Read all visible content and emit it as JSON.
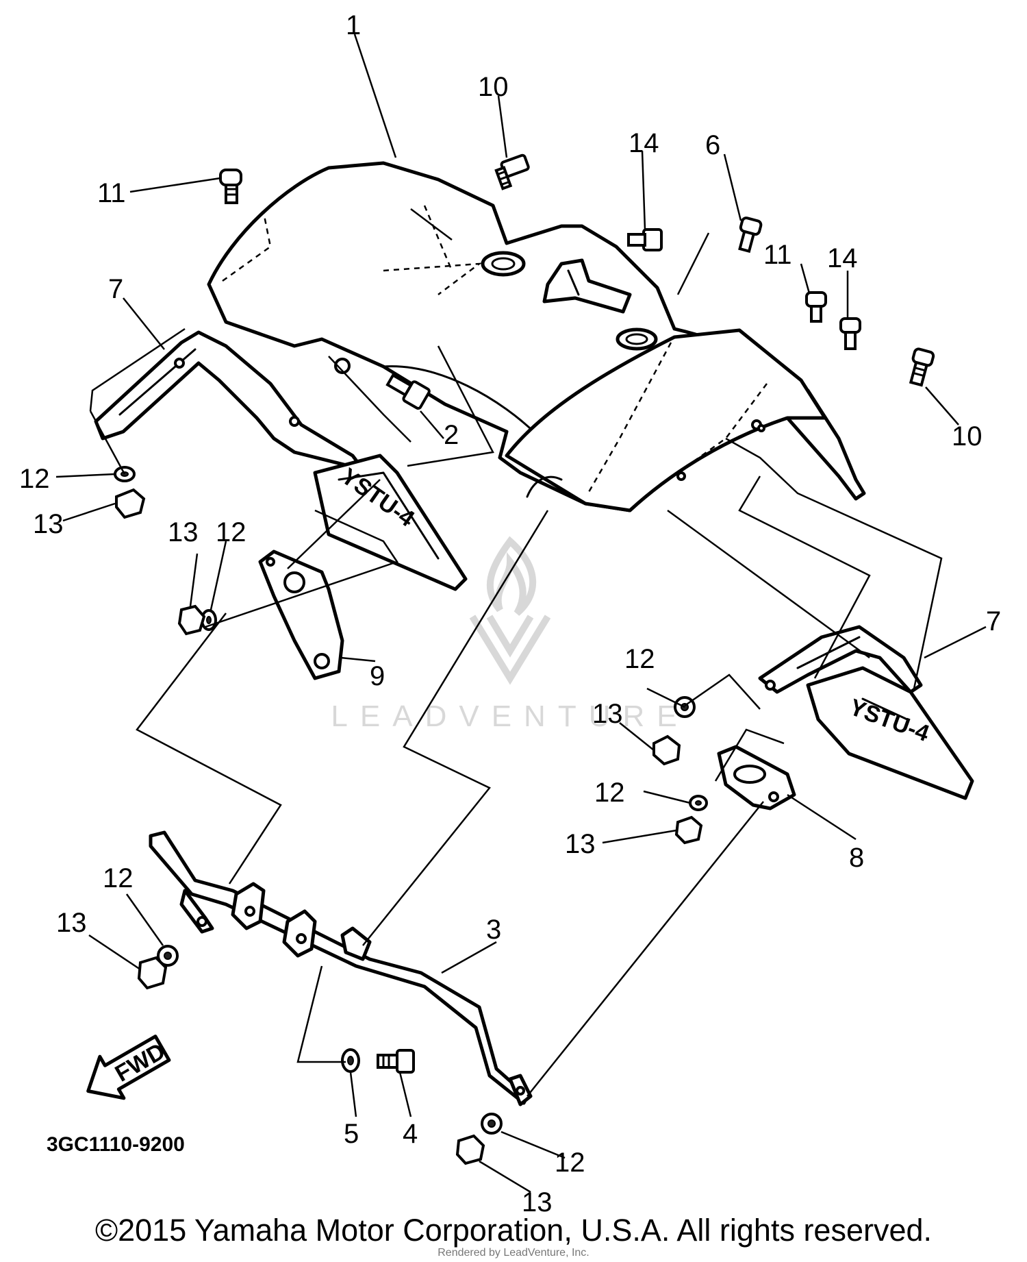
{
  "callouts": [
    {
      "id": "c-1",
      "label": "1"
    },
    {
      "id": "c-2",
      "label": "2"
    },
    {
      "id": "c-3",
      "label": "3"
    },
    {
      "id": "c-4",
      "label": "4"
    },
    {
      "id": "c-5",
      "label": "5"
    },
    {
      "id": "c-6",
      "label": "6"
    },
    {
      "id": "c-7a",
      "label": "7"
    },
    {
      "id": "c-7b",
      "label": "7"
    },
    {
      "id": "c-8",
      "label": "8"
    },
    {
      "id": "c-9",
      "label": "9"
    },
    {
      "id": "c-10a",
      "label": "10"
    },
    {
      "id": "c-10b",
      "label": "10"
    },
    {
      "id": "c-11a",
      "label": "11"
    },
    {
      "id": "c-11b",
      "label": "11"
    },
    {
      "id": "c-12a",
      "label": "12"
    },
    {
      "id": "c-12b",
      "label": "12"
    },
    {
      "id": "c-12c",
      "label": "12"
    },
    {
      "id": "c-12d",
      "label": "12"
    },
    {
      "id": "c-12e",
      "label": "12"
    },
    {
      "id": "c-12f",
      "label": "12"
    },
    {
      "id": "c-13a",
      "label": "13"
    },
    {
      "id": "c-13b",
      "label": "13"
    },
    {
      "id": "c-13c",
      "label": "13"
    },
    {
      "id": "c-13d",
      "label": "13"
    },
    {
      "id": "c-13e",
      "label": "13"
    },
    {
      "id": "c-13f",
      "label": "13"
    },
    {
      "id": "c-14a",
      "label": "14"
    },
    {
      "id": "c-14b",
      "label": "14"
    }
  ],
  "fwd_label": "FWD",
  "mud_flap_text": "YSTU-4",
  "part_number": "3GC1110-9200",
  "watermark_text": "LEADVENTURE",
  "copyright": "©2015 Yamaha Motor Corporation, U.S.A. All rights reserved.",
  "rendered_by": "Rendered by LeadVenture, Inc."
}
